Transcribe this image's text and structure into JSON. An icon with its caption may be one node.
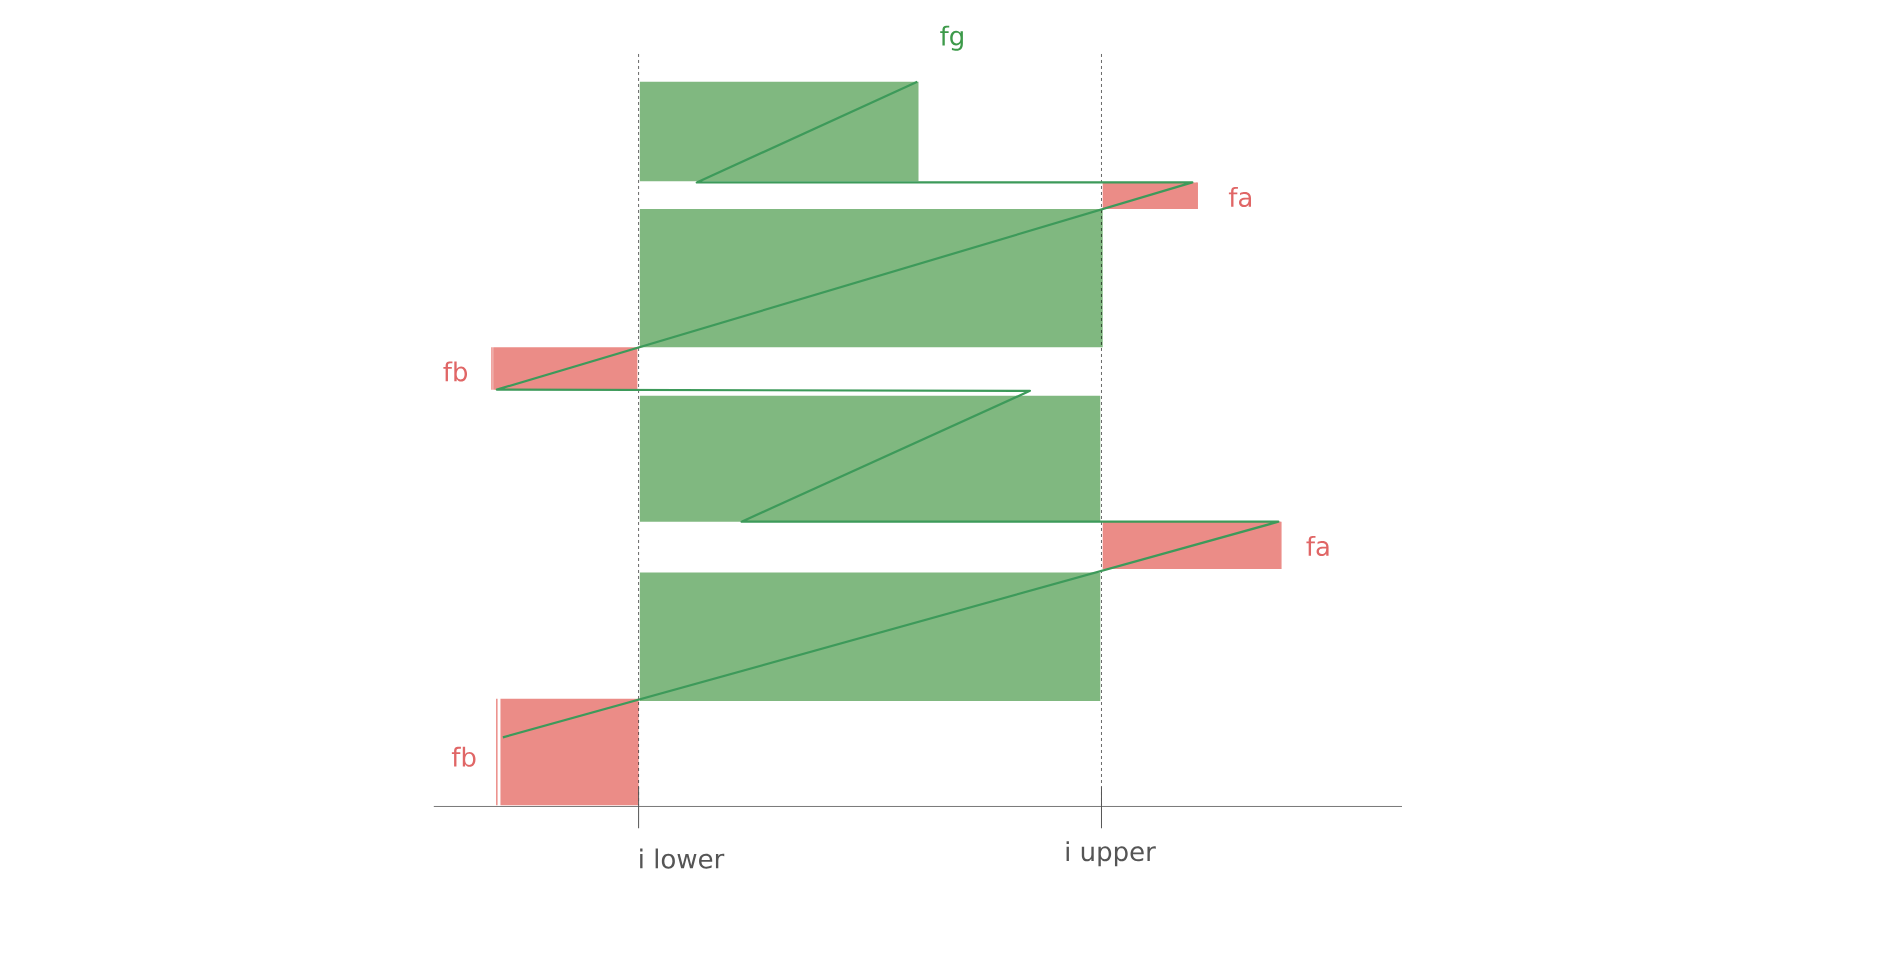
{
  "diagram": {
    "labels": [
      "fg",
      "fa",
      "fb",
      "fa",
      "fb",
      "i lower",
      "i upper"
    ]
  }
}
